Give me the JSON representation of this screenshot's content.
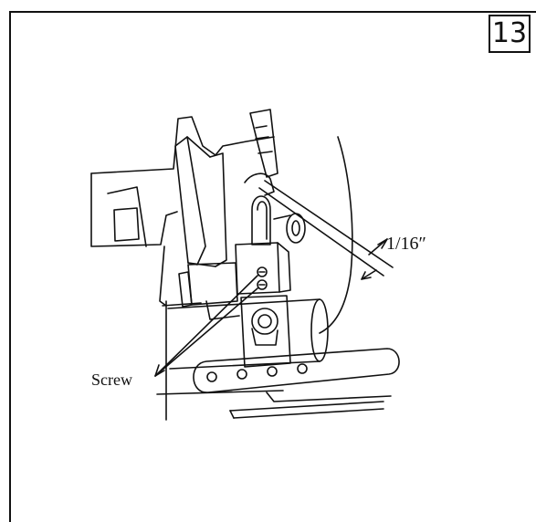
{
  "page": {
    "number": "13"
  },
  "callouts": {
    "gap_measurement": "1/16″",
    "screw_label": "Screw"
  }
}
